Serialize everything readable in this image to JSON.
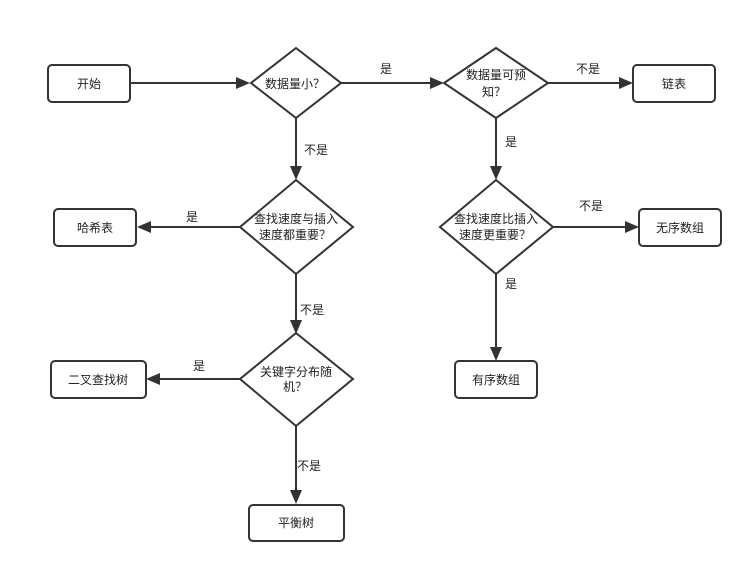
{
  "nodes": {
    "start": "开始",
    "q_small": "数据量小？",
    "q_predict_1": "数据量可预",
    "q_predict_2": "知？",
    "linked_list": "链表",
    "q_search_insert_1": "查找速度与插入",
    "q_search_insert_2": "速度都重要？",
    "hash_table": "哈希表",
    "q_search_faster_1": "查找速度比插入",
    "q_search_faster_2": "速度更重要？",
    "unordered_array": "无序数组",
    "q_random_1": "关键字分布随",
    "q_random_2": "机？",
    "bst": "二叉查找树",
    "ordered_array": "有序数组",
    "balanced_tree": "平衡树"
  },
  "edges": {
    "small_yes": "是",
    "predict_no": "不是",
    "small_no": "不是",
    "predict_yes": "是",
    "search_insert_yes": "是",
    "search_faster_no": "不是",
    "search_insert_no": "不是",
    "search_faster_yes": "是",
    "random_yes": "是",
    "random_no": "不是"
  }
}
